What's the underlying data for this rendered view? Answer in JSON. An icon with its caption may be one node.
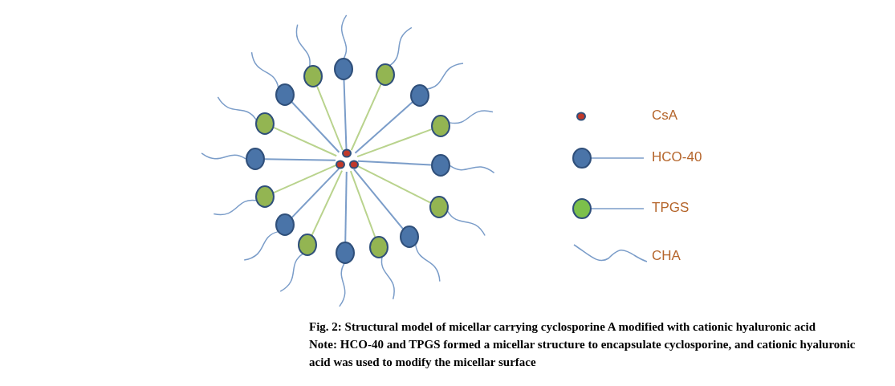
{
  "diagram": {
    "caption": "Fig. 2: Structural model of micellar carrying cyclosporine A modified with cationic hyaluronic acid",
    "labels": [
      "Note: HCO-40 and TPGS formed a micellar structure to encapsulate cyclosporine, and cationic hyaluronic acid was used to modify the micellar surface"
    ],
    "legend": [
      {
        "text": "CsA"
      },
      {
        "text": "HCO-40"
      },
      {
        "text": "TPGS"
      },
      {
        "text": "CHA"
      }
    ]
  }
}
